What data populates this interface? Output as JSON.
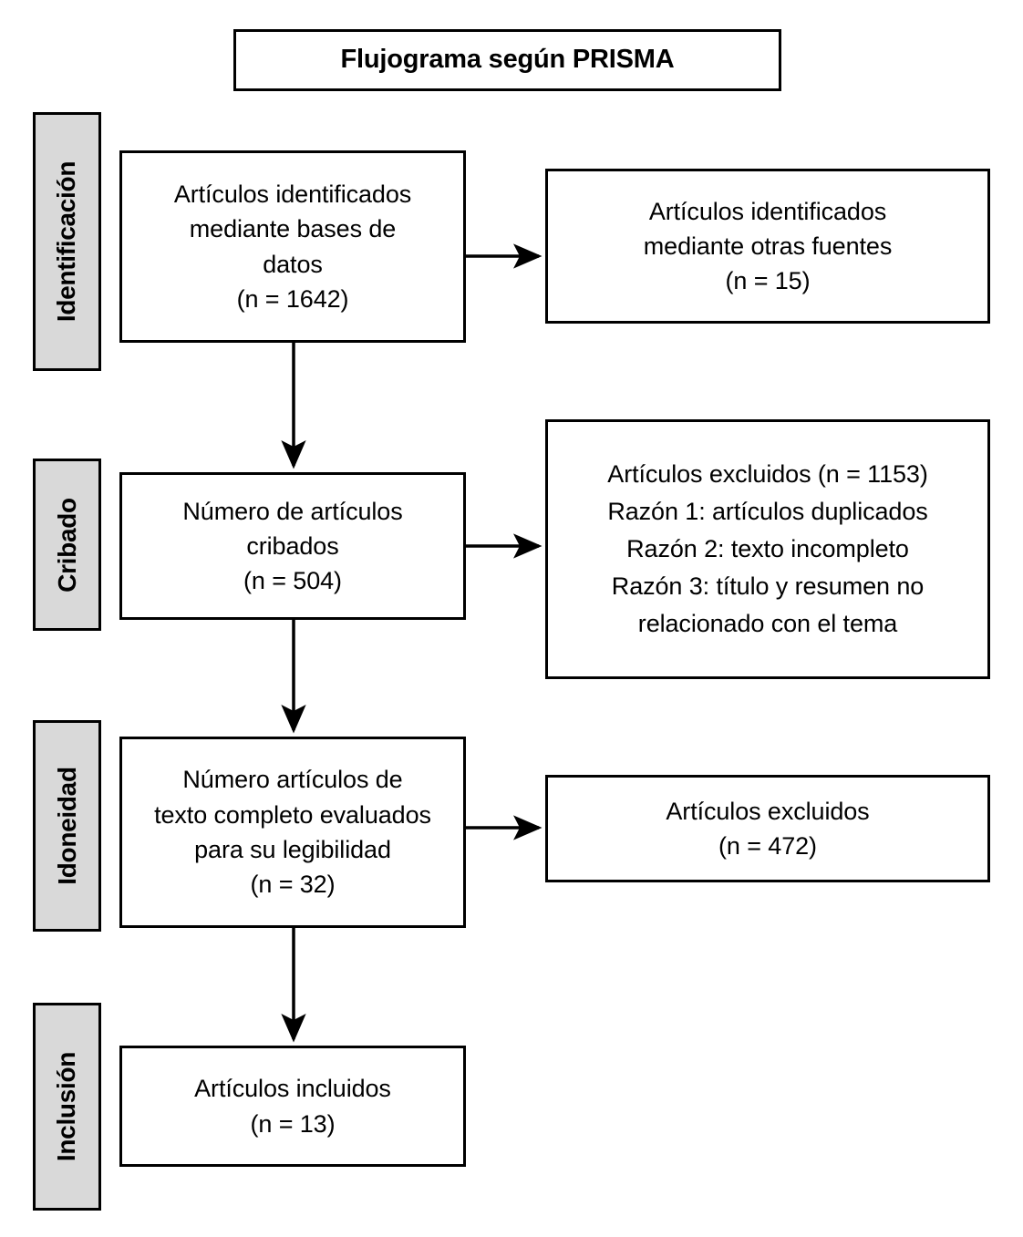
{
  "title": {
    "text": "Flujograma según PRISMA"
  },
  "stages": [
    {
      "id": "identificacion",
      "label": "Identificación"
    },
    {
      "id": "cribado",
      "label": "Cribado"
    },
    {
      "id": "idoneidad",
      "label": "Idoneidad"
    },
    {
      "id": "inclusion",
      "label": "Inclusión"
    }
  ],
  "boxes": {
    "identified_db": {
      "text": "Artículos identificados\nmediante bases de\ndatos\n(n = 1642)",
      "count": 1642
    },
    "identified_other": {
      "text": "Artículos identificados\nmediante otras fuentes\n(n = 15)",
      "count": 15
    },
    "screened": {
      "text": "Número de artículos\ncribados\n(n = 504)",
      "count": 504
    },
    "excluded_reasons": {
      "text": "Artículos excluidos (n = 1153)\nRazón 1: artículos duplicados\nRazón 2: texto incompleto\nRazón 3: título y resumen no\nrelacionado con el tema",
      "count": 1153
    },
    "fulltext": {
      "text": "Número artículos de\ntexto completo evaluados\npara su legibilidad\n(n = 32)",
      "count": 32
    },
    "excluded_fulltext": {
      "text": "Artículos excluidos\n(n = 472)",
      "count": 472
    },
    "included": {
      "text": "Artículos incluidos\n(n = 13)",
      "count": 13
    }
  },
  "arrows": [
    {
      "name": "identified-db-to-identified-other",
      "direction": "right"
    },
    {
      "name": "identified-db-to-screened",
      "direction": "down"
    },
    {
      "name": "screened-to-excluded-reasons",
      "direction": "right"
    },
    {
      "name": "screened-to-fulltext",
      "direction": "down"
    },
    {
      "name": "fulltext-to-excluded-fulltext",
      "direction": "right"
    },
    {
      "name": "fulltext-to-included",
      "direction": "down"
    }
  ],
  "colors": {
    "stroke": "#000000",
    "stage_fill": "#D9D9D9",
    "box_fill": "#FFFFFF",
    "page_background": "#FFFFFF"
  }
}
